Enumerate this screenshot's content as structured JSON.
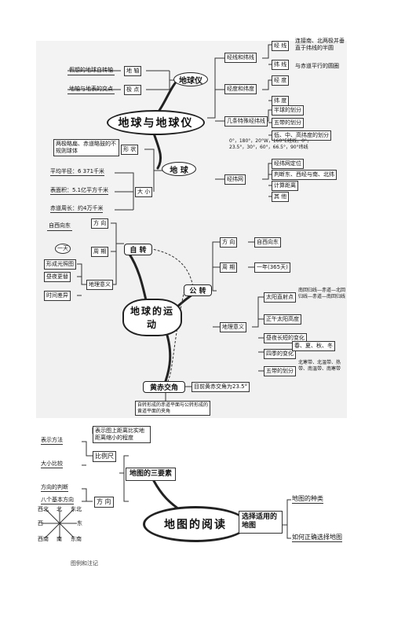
{
  "p1": {
    "center": "地球与地球仪",
    "globe": "地球仪",
    "earth": "地 球",
    "axis": "地 轴",
    "axis_note": "假想的地球自转轴",
    "pole": "极 点",
    "pole_note": "地轴与地表的交点",
    "shape": "形 状",
    "shape_note": "两极略扁、赤道略鼓的不规则球体",
    "size": "大 小",
    "size_items": [
      "平均半径：6 371千米",
      "表面积：5.1亿平方千米",
      "赤道周长：约4万千米"
    ],
    "latlon": "经线和纬线",
    "jing": "经 线",
    "jing_note": "连接南、北两极并垂直于纬线的半圆",
    "wei": "纬 线",
    "wei_note": "与赤道平行的圆圈",
    "dusu": "经度和纬度",
    "jingdu": "经 度",
    "weidu": "纬 度",
    "special": "几条特殊经纬线",
    "special_items": [
      "半球的划分",
      "五带的划分",
      "低、中、高纬度的划分"
    ],
    "special_note": "0°，180°，20°W，160°E经线，0°，23.5°，30°，60°，66.5°，90°纬线",
    "grid": "经纬网",
    "grid_items": [
      "经纬网定位",
      "判断东、西经与南、北纬",
      "计算距离",
      "其 他"
    ]
  },
  "p2": {
    "center": "地球的运动",
    "rotation": "自 转",
    "revolution": "公 转",
    "rot_dir": "方 向",
    "rot_dir_note": "自西向东",
    "rot_period": "周 期",
    "rot_period_note": "一天",
    "rot_geo": "地理意义",
    "rot_geo_items": [
      "形成光照图",
      "昼夜更替",
      "时间差异"
    ],
    "rev_dir": "方 向",
    "rev_dir_note": "自西向东",
    "rev_period": "周 期",
    "rev_period_note": "一年(365天)",
    "rev_geo": "地理意义",
    "rev_geo_items": [
      "太阳直射点",
      "正午太阳高度",
      "昼夜长短的变化",
      "四季的变化",
      "五带的划分"
    ],
    "direct_note": "南回归线—赤道—北回归线—赤道—南回归线",
    "season_note": "春、夏、秋、冬",
    "zones_note": "北寒带、北温带、热带、南温带、南寒带",
    "ecliptic": "黄赤交角",
    "ecliptic_value": "目前黄赤交角为23.5°",
    "ecliptic_note": "自转形成的赤道平面与公转形成的黄道平面的夹角"
  },
  "p3": {
    "center": "地图的阅读",
    "elements": "地图的三要素",
    "scale": "比例尺",
    "scale_note": "表示图上距离比实地距离缩小的程度",
    "scale_items": [
      "表示方法",
      "大小比较"
    ],
    "direction": "方 向",
    "dir_items": [
      "方向的判断",
      "八个基本方向"
    ],
    "compass": [
      "西北",
      "北",
      "东北",
      "西",
      "东",
      "西南",
      "南",
      "东南"
    ],
    "choose": "选择适用的地图",
    "choose_items": [
      "地图的种类",
      "如何正确选择地图"
    ]
  },
  "footer": "图例和注记"
}
